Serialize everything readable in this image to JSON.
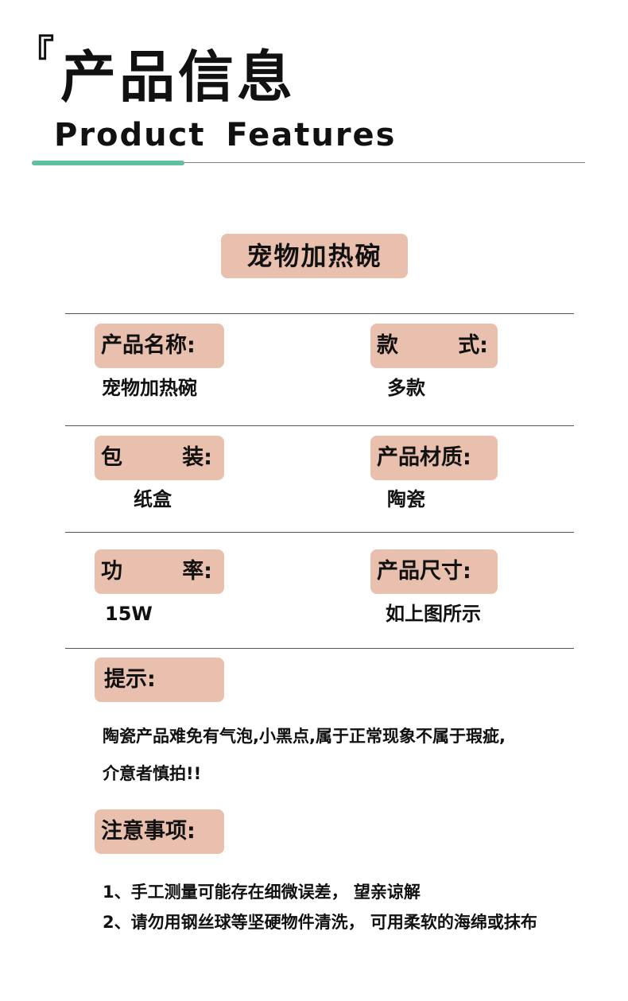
{
  "header": {
    "bracket": "『",
    "title_cn": "产品信息",
    "title_en": "Product Features",
    "accent_color": "#5fbf9e"
  },
  "product": {
    "name_badge": "宠物加热碗",
    "badge_color": "#e9bfae"
  },
  "specs": {
    "product_name_label": "产品名称:",
    "product_name_value": "宠物加热碗",
    "style_label_1": "款",
    "style_label_2": "式:",
    "style_value": "多款",
    "package_label_1": "包",
    "package_label_2": "装:",
    "package_value": "纸盒",
    "material_label": "产品材质:",
    "material_value": "陶瓷",
    "power_label_1": "功",
    "power_label_2": "率:",
    "power_value": "15W",
    "size_label": "产品尺寸:",
    "size_value": "如上图所示"
  },
  "tips": {
    "label": "提示:",
    "line1": "陶瓷产品难免有气泡,小黑点,属于正常现象不属于瑕疵,",
    "line2": "介意者慎拍!!"
  },
  "notes": {
    "label": "注意事项:",
    "item1": "1、手工测量可能存在细微误差， 望亲谅解",
    "item2": "2、请勿用钢丝球等坚硬物件清洗， 可用柔软的海绵或抹布"
  }
}
